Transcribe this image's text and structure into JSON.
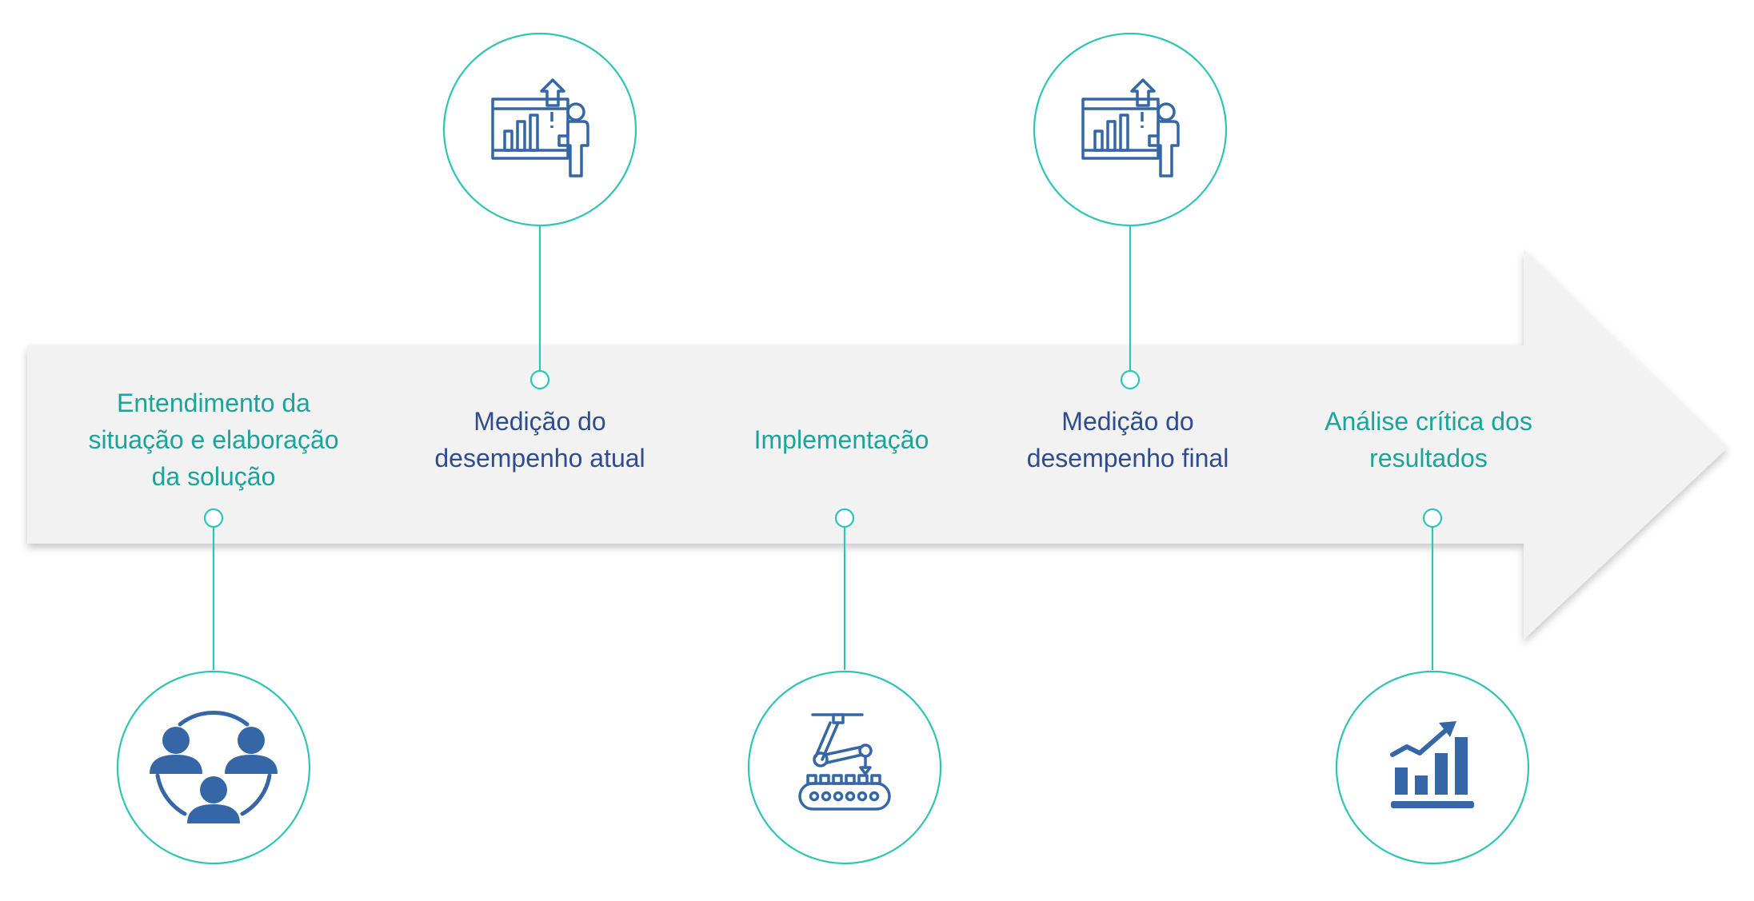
{
  "colors": {
    "accent": "#2ec4b6",
    "teal_text": "#1aa49a",
    "navy_text": "#2e4c8f",
    "icon_blue": "#3567a6",
    "arrow_fill": "#f2f2f2"
  },
  "steps": [
    {
      "lines": [
        "Entendimento da",
        "situação e elaboração",
        "da solução"
      ],
      "icon": "team-cycle-icon"
    },
    {
      "lines": [
        "Medição do",
        "desempenho atual"
      ],
      "icon": "presentation-chart-icon"
    },
    {
      "lines": [
        "Implementação"
      ],
      "icon": "robotic-arm-conveyor-icon"
    },
    {
      "lines": [
        "Medição do",
        "desempenho final"
      ],
      "icon": "presentation-chart-icon"
    },
    {
      "lines": [
        "Análise crítica dos",
        "resultados"
      ],
      "icon": "bar-chart-growth-icon"
    }
  ]
}
